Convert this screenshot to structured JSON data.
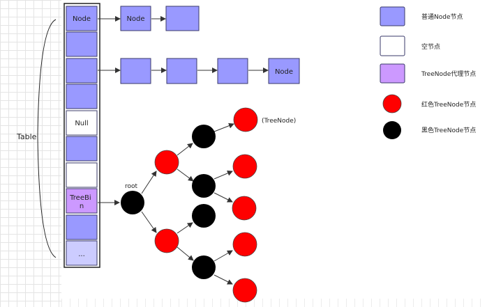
{
  "table_label": "Table",
  "buckets": [
    {
      "label": "Node",
      "kind": "node"
    },
    {
      "label": "",
      "kind": "node"
    },
    {
      "label": "",
      "kind": "node"
    },
    {
      "label": "",
      "kind": "node"
    },
    {
      "label": "Null",
      "kind": "empty"
    },
    {
      "label": "",
      "kind": "node"
    },
    {
      "label": "",
      "kind": "empty"
    },
    {
      "label": "TreeBi\nn",
      "kind": "treebin"
    },
    {
      "label": "",
      "kind": "node"
    },
    {
      "label": "...",
      "kind": "more"
    }
  ],
  "chain1": [
    "Node",
    ""
  ],
  "chain2": [
    "",
    "",
    "",
    "Node"
  ],
  "root_label": "root",
  "treenode_annotation": "(TreeNode)",
  "legend": [
    {
      "label": "普通Node节点",
      "shape": "node"
    },
    {
      "label": "空节点",
      "shape": "empty"
    },
    {
      "label": "TreeNode代理节点",
      "shape": "treebin"
    },
    {
      "label": "红色TreeNode节点",
      "shape": "red-circle"
    },
    {
      "label": "黑色TreeNode节点",
      "shape": "black-circle"
    }
  ],
  "colors": {
    "node_fill": "#9999ff",
    "treebin_fill": "#cc99ff",
    "more_fill": "#ccccff",
    "empty_fill": "#ffffff",
    "red": "#ff0000",
    "black": "#000000"
  }
}
